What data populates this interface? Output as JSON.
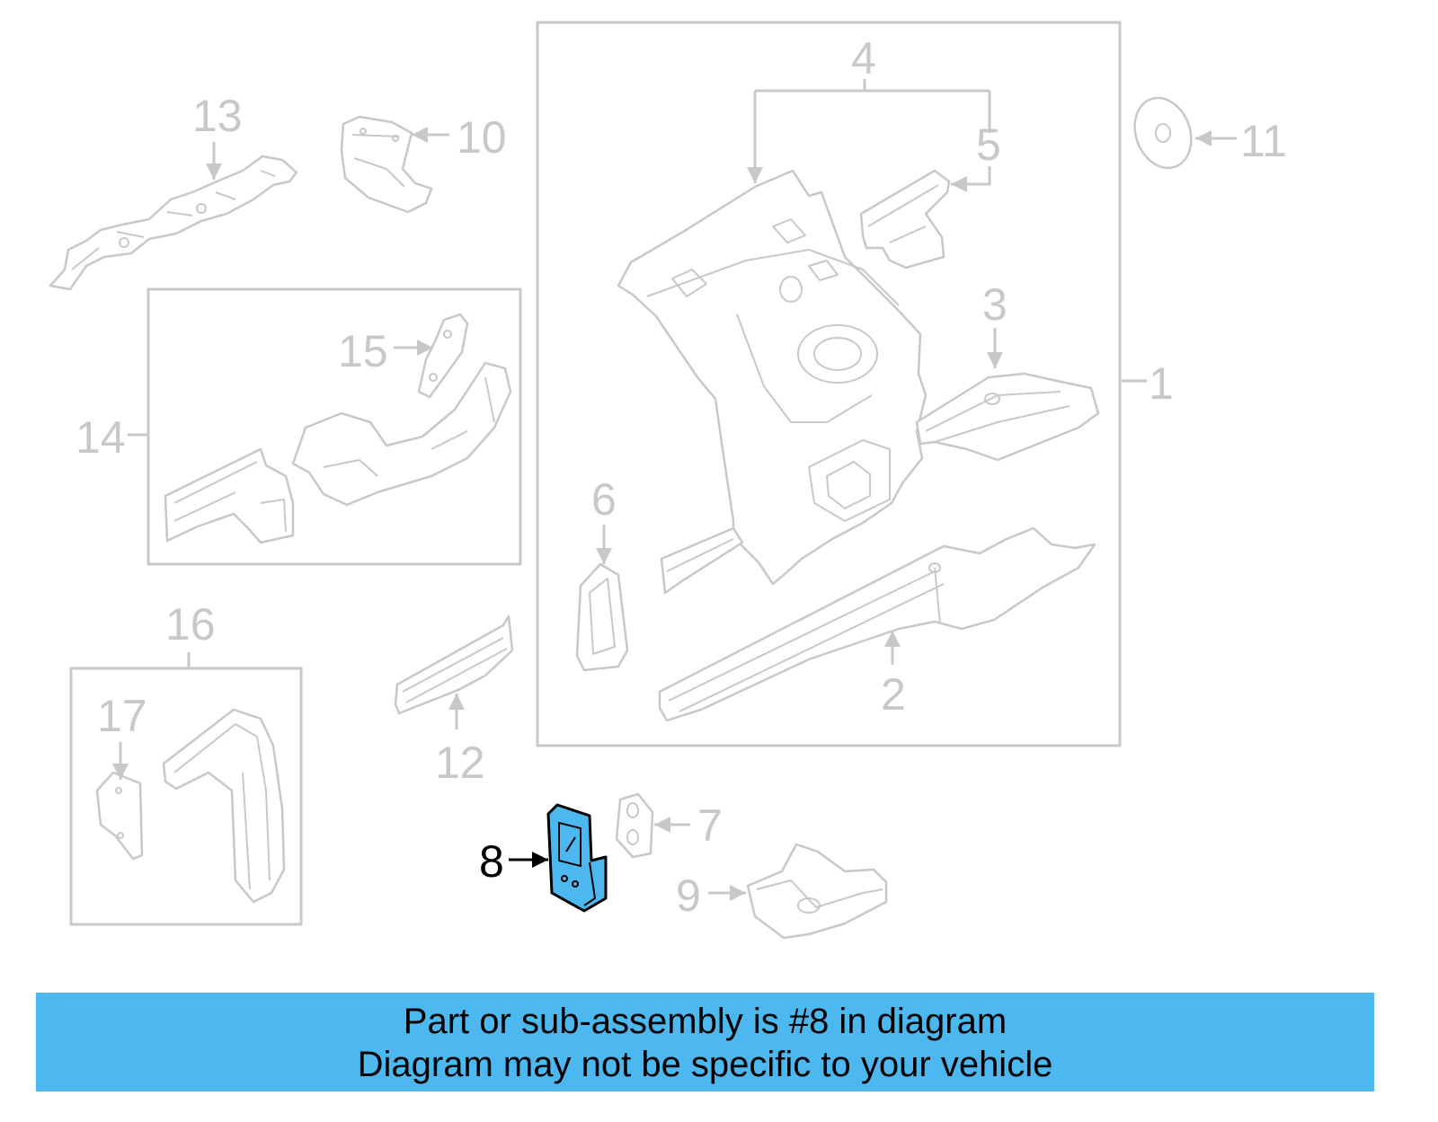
{
  "diagram": {
    "callouts": {
      "c1": "1",
      "c2": "2",
      "c3": "3",
      "c4": "4",
      "c5": "5",
      "c6": "6",
      "c7": "7",
      "c8": "8",
      "c9": "9",
      "c10": "10",
      "c11": "11",
      "c12": "12",
      "c13": "13",
      "c14": "14",
      "c15": "15",
      "c16": "16",
      "c17": "17"
    },
    "highlighted_part": "8",
    "colors": {
      "highlight": "#4db8f0",
      "line": "#c8c8c8",
      "text": "#000000"
    }
  },
  "banner": {
    "line1": "Part or sub-assembly is #8 in diagram",
    "line2": "Diagram may not be specific to your vehicle"
  }
}
